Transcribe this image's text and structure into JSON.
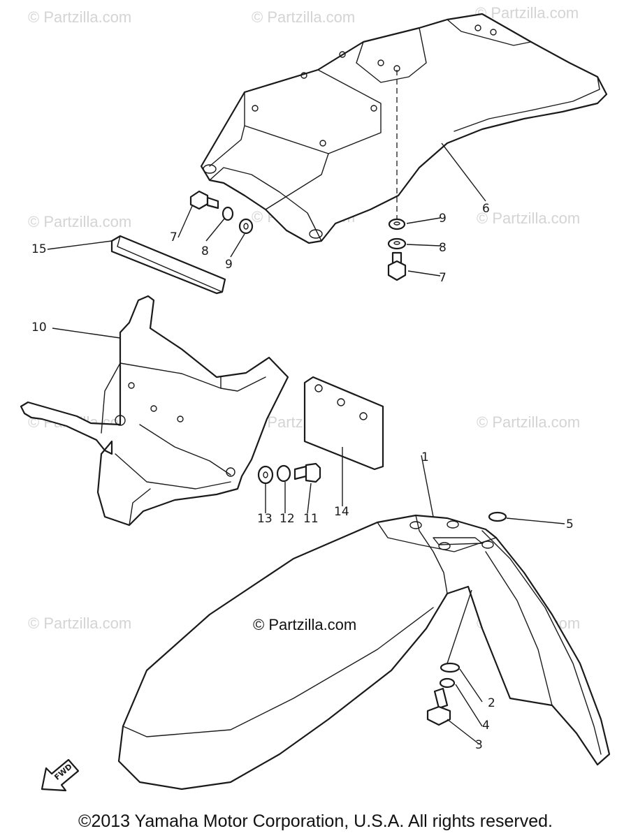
{
  "watermarks": [
    "© Partzilla.com",
    "© Partzilla.com",
    "© Partzilla.com",
    "© Partzilla.com",
    "© Partzilla.com",
    "© Partzilla.com",
    "© Partzilla.com",
    "© Partzilla.com",
    "© Partzilla.com",
    "© Partzilla.com",
    "© Partzilla.com"
  ],
  "center_watermark": "© Partzilla.com",
  "callouts": {
    "c1": "1",
    "c2": "2",
    "c3": "3",
    "c4": "4",
    "c5": "5",
    "c6": "6",
    "c7a": "7",
    "c7b": "7",
    "c8a": "8",
    "c8b": "8",
    "c9a": "9",
    "c9b": "9",
    "c10": "10",
    "c11": "11",
    "c12": "12",
    "c13": "13",
    "c14": "14",
    "c15": "15"
  },
  "fwd_label": "FWD",
  "copyright": "©2013 Yamaha Motor Corporation, U.S.A. All rights reserved."
}
